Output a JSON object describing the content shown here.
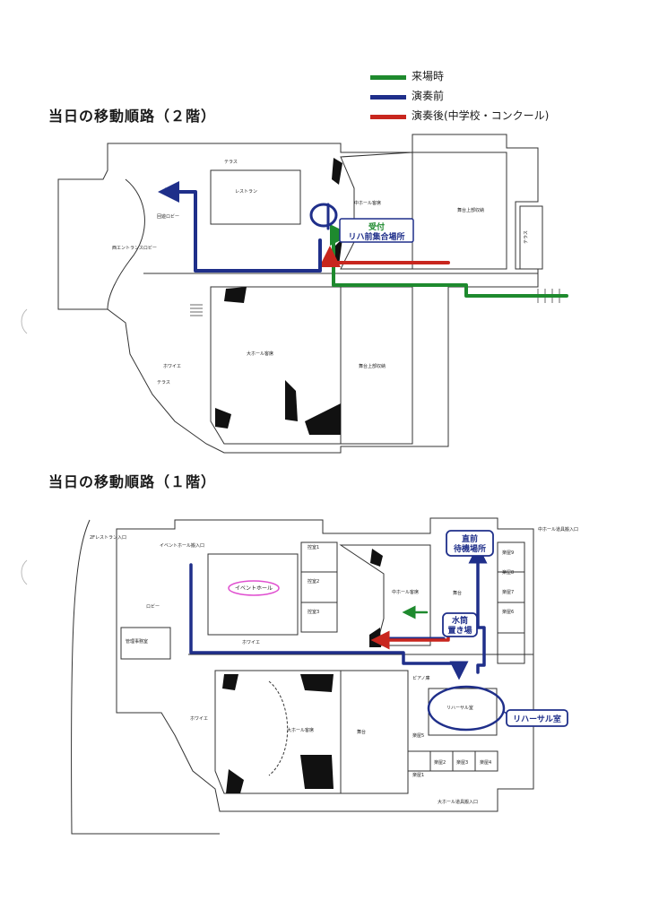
{
  "legend": {
    "items": [
      {
        "label": "来場時",
        "color": "#1e8a2e"
      },
      {
        "label": "演奏前",
        "color": "#1f2f8a"
      },
      {
        "label": "演奏後(中学校・コンクール)",
        "color": "#c8261e"
      }
    ]
  },
  "floor2": {
    "title": "当日の移動順路（２階）",
    "rooms": {
      "chu_hall_seats": "中ホール客席",
      "dai_hall_seats": "大ホール客席",
      "stage_top": "舞台上部収納",
      "stage_top2": "舞台上部収納",
      "west_entrance_lobby": "西エントランスロビー",
      "restaurant": "レストラン",
      "terrace_top": "テラス",
      "terrace_left": "テラス",
      "terrace_right": "テラス",
      "foyer": "ホワイエ",
      "lobby_upper": "回遊ロビー"
    },
    "callout": {
      "line1": "受付",
      "line2": "リハ前集合場所"
    }
  },
  "floor1": {
    "title": "当日の移動順路（１階）",
    "rooms": {
      "event_hall": "イベントホール",
      "chu_hall_seats": "中ホール客席",
      "dai_hall_seats": "大ホール客席",
      "stage_mid": "舞台",
      "stage_big": "舞台",
      "foyer_mid": "ホワイエ",
      "foyer_big": "ホワイエ",
      "rehearsal_room": "リハーサル室",
      "lobby": "ロビー",
      "admin": "管理事務室",
      "restaurant_entrance": "2Fレストラン入口",
      "event_entrance": "イベントホール搬入口",
      "chu_hall_load": "中ホール道具搬入口",
      "dai_hall_load": "大ホール道具搬入口",
      "piano_room": "ピアノ庫",
      "gakuya1": "楽屋1",
      "gakuya2": "楽屋2",
      "gakuya3": "楽屋3",
      "gakuya4": "楽屋4",
      "gakuya5": "楽屋5",
      "gakuya6": "楽屋6",
      "gakuya7": "楽屋7",
      "gakuya8": "楽屋8",
      "gakuya9": "楽屋9",
      "hikae1": "控室1",
      "hikae2": "控室2",
      "hikae3": "控室3"
    },
    "callout_waiting": {
      "line1": "直前",
      "line2": "待機場所"
    },
    "callout_water": {
      "line1": "水筒",
      "line2": "置き場"
    },
    "callout_rehearsal": "リハーサル室"
  }
}
